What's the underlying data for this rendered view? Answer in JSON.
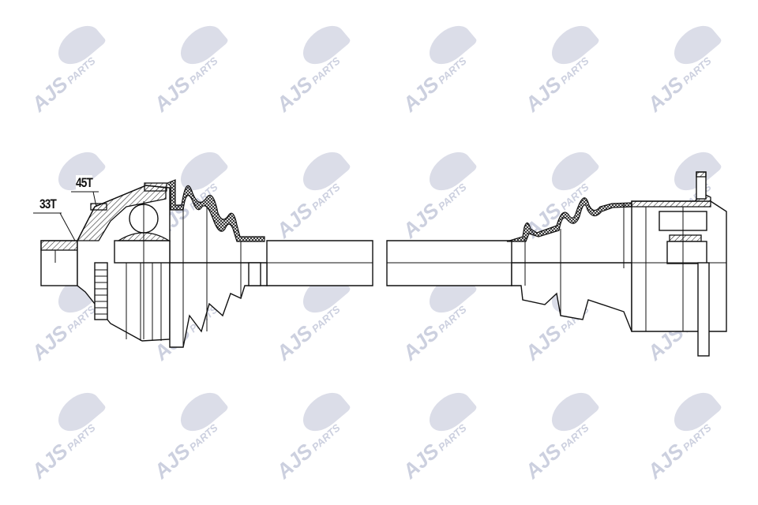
{
  "watermark": {
    "brand": "AJS",
    "suffix": "PARTS",
    "color": "#c7cbdc",
    "rows": 4,
    "columns": 6
  },
  "labels": {
    "inner_teeth": "45T",
    "outer_teeth": "33T"
  },
  "line_color": "#111111"
}
